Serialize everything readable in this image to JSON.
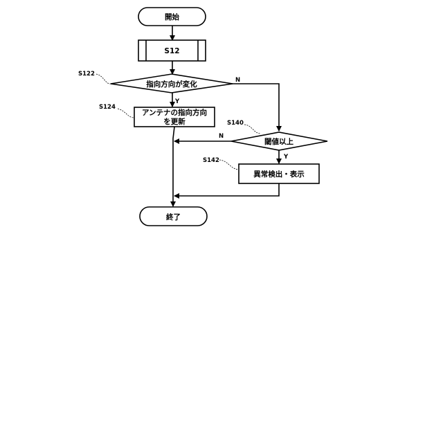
{
  "nodes": {
    "start": "開始",
    "s12": "S12",
    "decision_direction": "指向方向が変化",
    "update_line1": "アンテナの指向方向",
    "update_line2": "を更新",
    "decision_threshold": "閾値以上",
    "detect": "異常検出・表示",
    "end": "終了"
  },
  "step_labels": {
    "s122": "S122",
    "s124": "S124",
    "s140": "S140",
    "s142": "S142"
  },
  "branches": {
    "yes": "Y",
    "no": "N"
  }
}
